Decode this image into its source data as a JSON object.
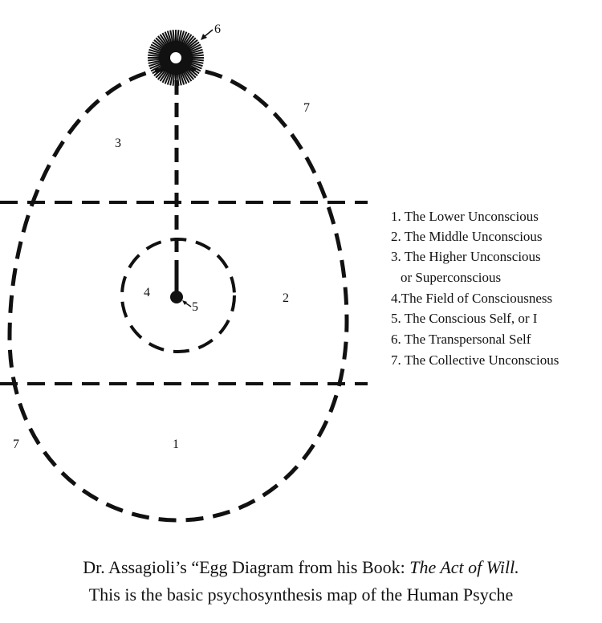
{
  "diagram": {
    "labels": {
      "one": "1",
      "two": "2",
      "three": "3",
      "four": "4",
      "five": "5",
      "six": "6",
      "seven_top": "7",
      "seven_left": "7"
    },
    "legend": [
      "1. The Lower Unconscious",
      "2. The Middle Unconscious",
      "3. The Higher Unconscious",
      "or Superconscious",
      "4.The Field of Consciousness",
      "5. The Conscious Self, or I",
      "6. The Transpersonal Self",
      "7. The Collective Unconscious"
    ],
    "caption": {
      "line1_prefix": "Dr. Assagioli’s “Egg Diagram from his Book: ",
      "line1_title": "The Act of Will.",
      "line2": "This is the basic psychosynthesis map of the Human Psyche"
    }
  }
}
